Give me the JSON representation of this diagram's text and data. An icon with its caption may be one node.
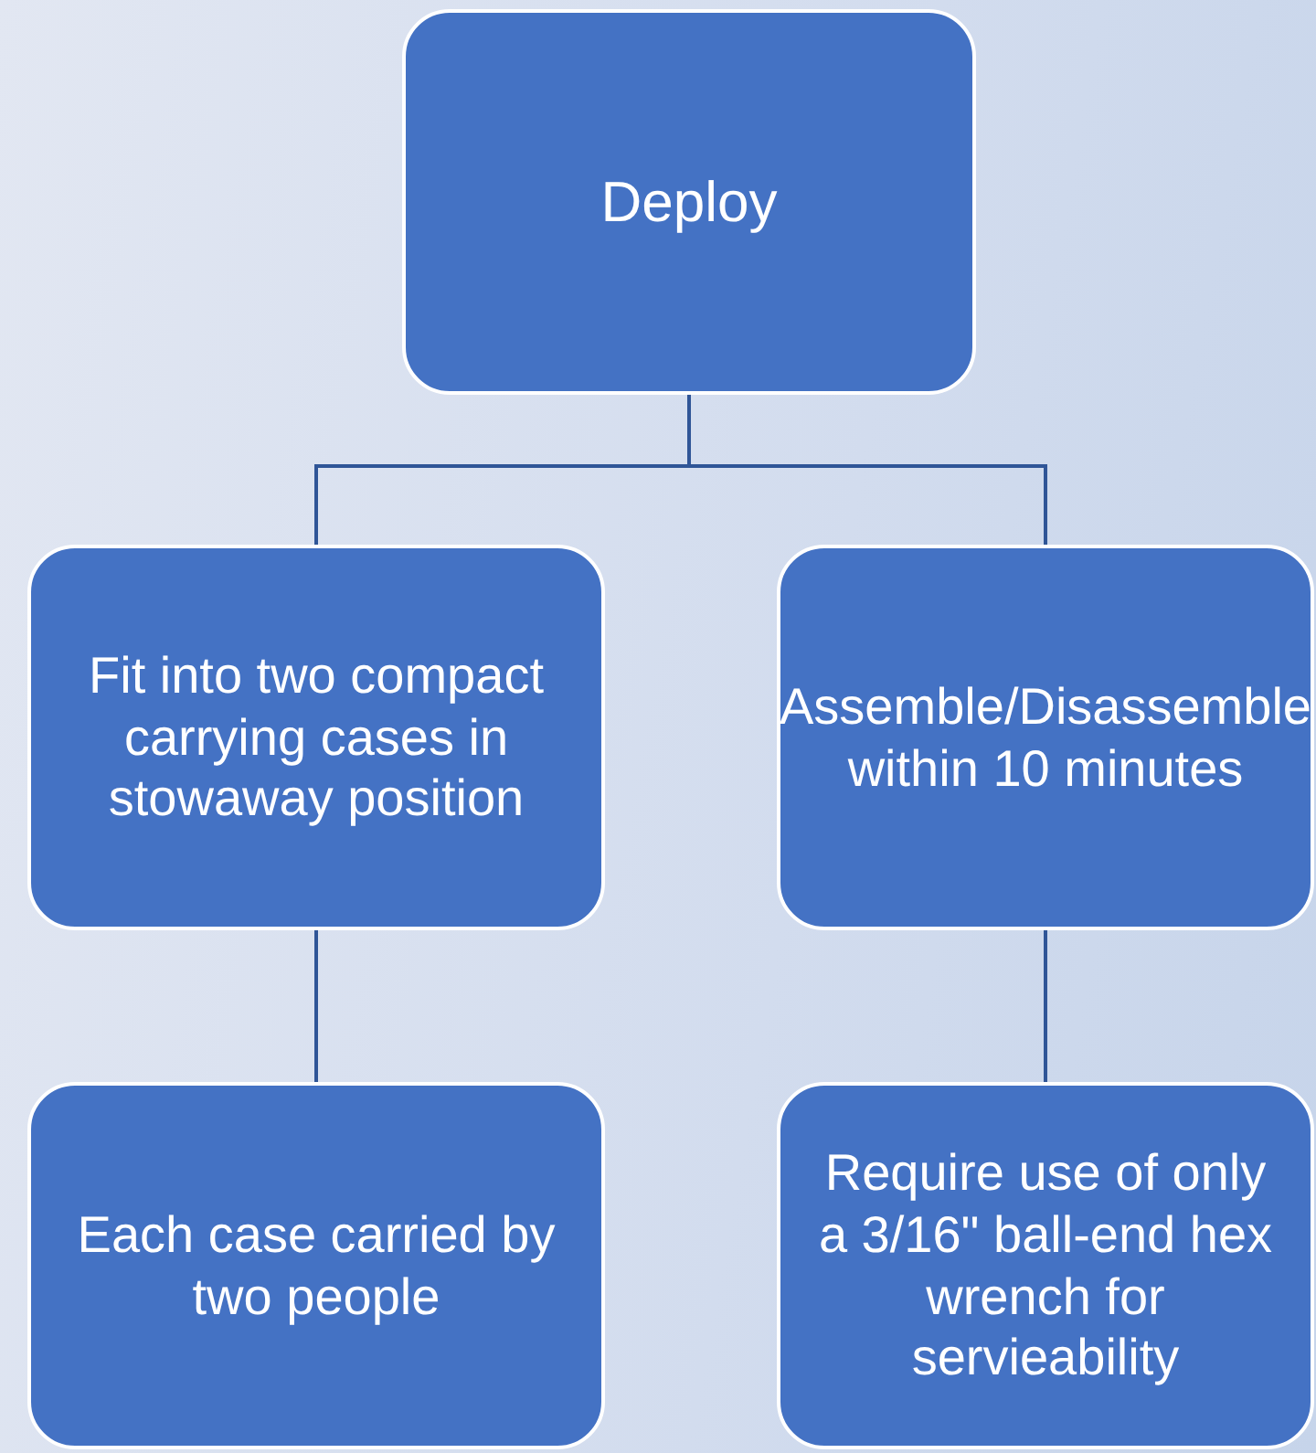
{
  "diagram": {
    "nodes": [
      {
        "text": [
          "Deploy"
        ]
      },
      {
        "text": [
          "Fit into two compact carrying cases in stowaway position"
        ]
      },
      {
        "text": [
          "Assemble/Disassemble within 10 minutes"
        ]
      },
      {
        "text": [
          "Each case carried by two people"
        ]
      },
      {
        "text": [
          "Require use of only a 3/16\" ball-end hex wrench for servieability"
        ]
      }
    ],
    "edges": [
      {
        "from": 0,
        "to": 1,
        "arrow": "none"
      },
      {
        "from": 0,
        "to": 2,
        "arrow": "none"
      },
      {
        "from": 1,
        "to": 3,
        "arrow": "none"
      },
      {
        "from": 2,
        "to": 4,
        "arrow": "none"
      }
    ]
  }
}
